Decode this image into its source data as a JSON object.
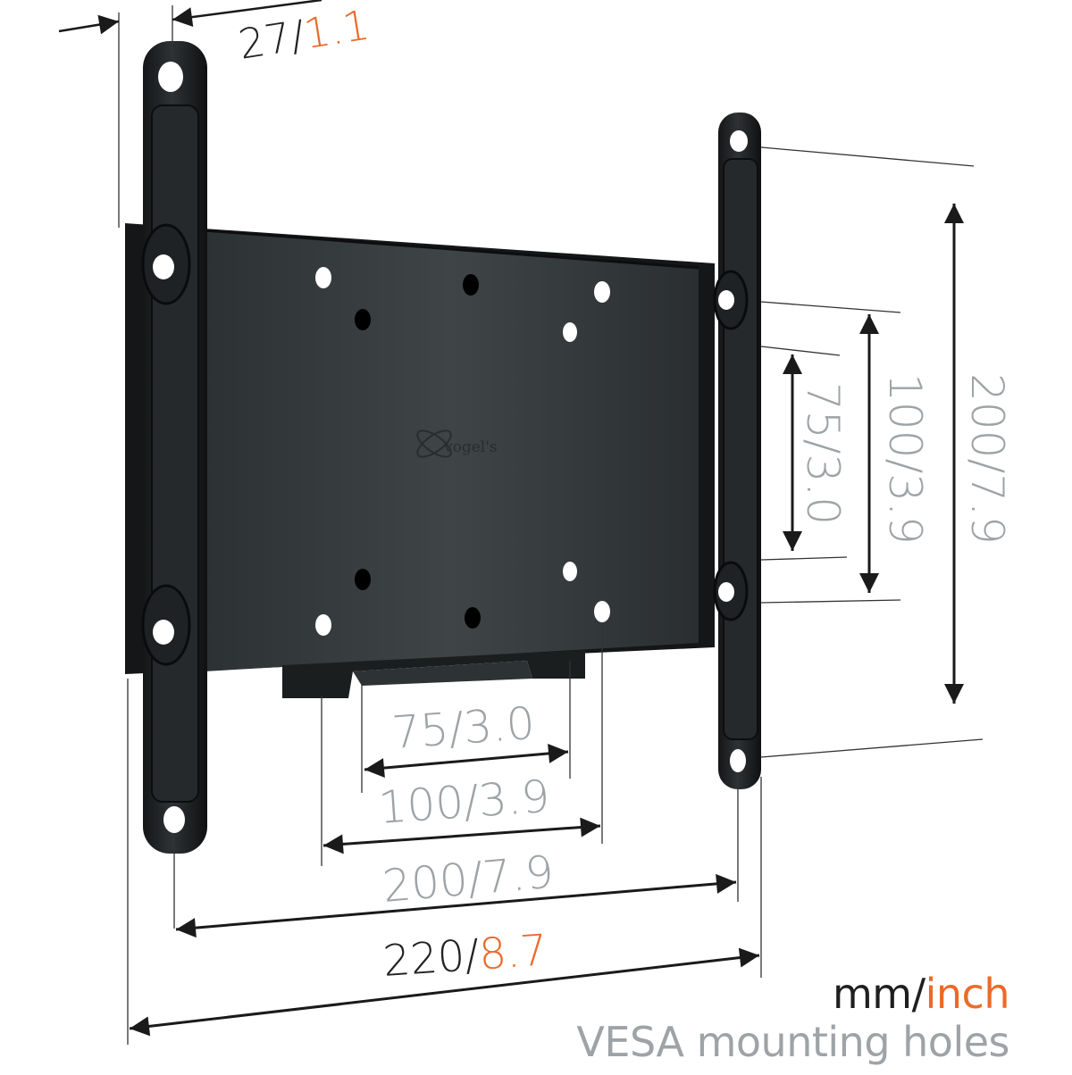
{
  "diagram": {
    "brand_logo": "vogel's",
    "colors": {
      "metric_dark": "#222222",
      "imperial_orange": "#ea6b2a",
      "vesa_grey": "#9da3a6",
      "bracket_black": "#2b2e30",
      "plate_grey": "#3a3f41"
    },
    "depth": {
      "mm": "27",
      "sep": "/",
      "inch": "1.1"
    },
    "vertical_dimensions": [
      {
        "mm": "75",
        "sep": "/",
        "inch": "3.0",
        "type": "vesa"
      },
      {
        "mm": "100",
        "sep": "/",
        "inch": "3.9",
        "type": "vesa"
      },
      {
        "mm": "200",
        "sep": "/",
        "inch": "7.9",
        "type": "vesa"
      }
    ],
    "horizontal_dimensions": [
      {
        "mm": "75",
        "sep": "/",
        "inch": "3.0",
        "type": "vesa"
      },
      {
        "mm": "100",
        "sep": "/",
        "inch": "3.9",
        "type": "vesa"
      },
      {
        "mm": "200",
        "sep": "/",
        "inch": "7.9",
        "type": "vesa"
      },
      {
        "mm": "220",
        "sep": "/",
        "inch": "8.7",
        "type": "overall"
      }
    ],
    "legend": {
      "unit_metric": "mm",
      "unit_sep": "/",
      "unit_imperial": "inch",
      "description": "VESA mounting holes"
    }
  }
}
